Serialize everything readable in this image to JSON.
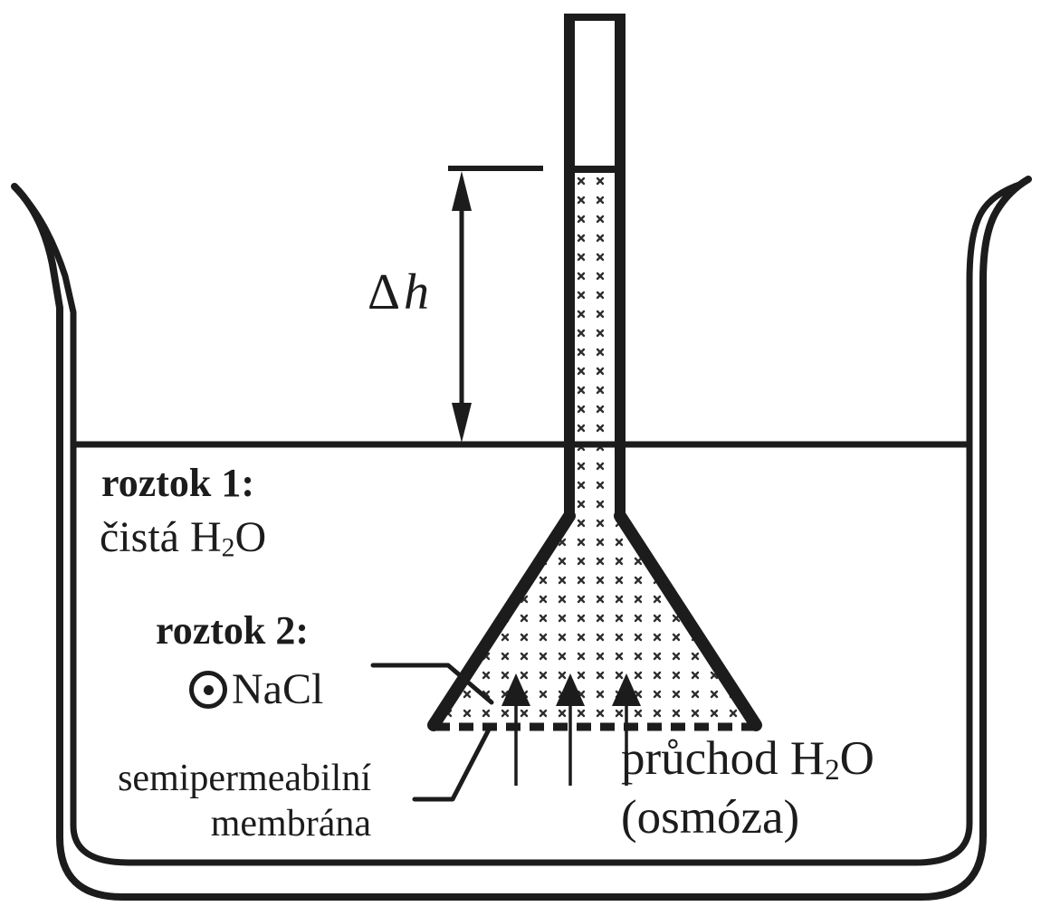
{
  "labels": {
    "delta_h": {
      "delta": "Δ",
      "h": "h"
    },
    "solution1": {
      "title": "roztok 1:",
      "line2_pre": "čistá H",
      "line2_sub": "2",
      "line2_post": "O"
    },
    "solution2": {
      "title": "roztok 2:",
      "substance": "NaCl"
    },
    "membrane": {
      "line1": "semipermeabilní",
      "line2": "membrána"
    },
    "osmosis": {
      "line1_pre": "průchod H",
      "line1_sub": "2",
      "line1_post": "O",
      "line2": "(osmóza)"
    }
  },
  "icons": {
    "nacl_particle": "circled-dot"
  },
  "colors": {
    "ink": "#1c1c1c",
    "background": "#ffffff",
    "stipple": "#2e2e2e"
  }
}
